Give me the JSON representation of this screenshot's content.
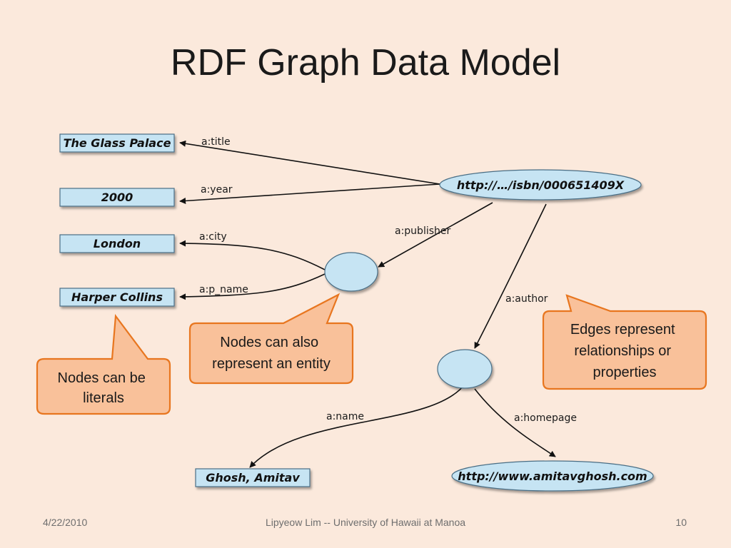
{
  "title": "RDF Graph Data Model",
  "literals": {
    "title": "The Glass Palace",
    "year": "2000",
    "city": "London",
    "p_name": "Harper Collins",
    "name": "Ghosh, Amitav"
  },
  "uri_nodes": {
    "book": "http://…/isbn/000651409X",
    "homepage": "http://www.amitavghosh.com"
  },
  "edges": {
    "title": "a:title",
    "year": "a:year",
    "city": "a:city",
    "p_name": "a:p_name",
    "publisher": "a:publisher",
    "author": "a:author",
    "name": "a:name",
    "homepage": "a:homepage"
  },
  "callouts": {
    "literals": [
      "Nodes can be",
      "literals"
    ],
    "entity": [
      "Nodes can also",
      "represent an entity"
    ],
    "edges": [
      "Edges represent",
      "relationships or",
      "properties"
    ]
  },
  "footer": {
    "date": "4/22/2010",
    "author": "Lipyeow Lim -- University of Hawaii at Manoa",
    "page": "10"
  },
  "colors": {
    "node_fill": "#c6e4f3",
    "callout_fill": "#f9c19a",
    "callout_stroke": "#e8761f",
    "background": "#fbe9dc"
  }
}
